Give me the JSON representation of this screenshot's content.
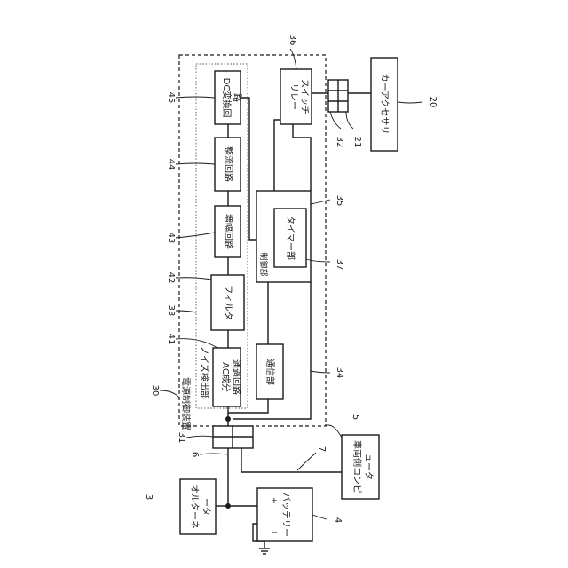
{
  "labels": {
    "dc_converter_1": "DC変換回",
    "dc_converter_2": "路",
    "rectifier": "整流回路",
    "amplifier": "増幅回路",
    "filter": "フィルタ",
    "ac_pass_1": "AC成分",
    "ac_pass_2": "通過回路",
    "noise_detector": "ノイズ検出部",
    "power_controller": "電源制御装置",
    "control_unit": "制御部",
    "timer": "タイマー部",
    "comm_unit": "通信部",
    "relay_1": "リレー",
    "relay_2": "スイッチ",
    "accessory": "カーアクセサリ",
    "alternator_1": "オルターネ",
    "alternator_2": "ータ",
    "battery": "バッテリー",
    "battery_plus": "+",
    "battery_minus": "−",
    "vehicle_computer_1": "車両側コンピ",
    "vehicle_computer_2": "ュータ"
  },
  "refs": {
    "r45": "45",
    "r44": "44",
    "r43": "43",
    "r42": "42",
    "r33": "33",
    "r41": "41",
    "r30": "30",
    "r31": "31",
    "r6": "6",
    "r3": "3",
    "r4": "4",
    "r5": "5",
    "r7": "7",
    "r34": "34",
    "r37": "37",
    "r35": "35",
    "r32": "32",
    "r21": "21",
    "r20": "20",
    "r36": "36"
  }
}
